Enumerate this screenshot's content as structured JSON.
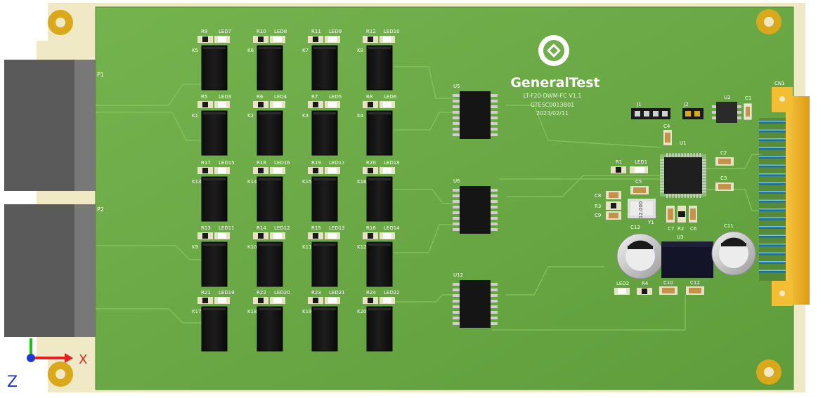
{
  "board": {
    "brand": "GeneralTest",
    "part_line": "LT-F20-DWM-FC V1.1",
    "serial_line": "GTESC0013B01",
    "date_line": "2023/02/11"
  },
  "connectors": {
    "p1": "P1",
    "p2": "P2",
    "cn1": "CN1"
  },
  "relays": [
    {
      "ref": "K5",
      "r": "R9",
      "led": "LED7"
    },
    {
      "ref": "K6",
      "r": "R10",
      "led": "LED8"
    },
    {
      "ref": "K7",
      "r": "R11",
      "led": "LED9"
    },
    {
      "ref": "K8",
      "r": "R12",
      "led": "LED10"
    },
    {
      "ref": "K1",
      "r": "R5",
      "led": "LED3"
    },
    {
      "ref": "K2",
      "r": "R6",
      "led": "LED4"
    },
    {
      "ref": "K3",
      "r": "R7",
      "led": "LED5"
    },
    {
      "ref": "K4",
      "r": "R8",
      "led": "LED6"
    },
    {
      "ref": "K13",
      "r": "R17",
      "led": "LED15"
    },
    {
      "ref": "K14",
      "r": "R18",
      "led": "LED16"
    },
    {
      "ref": "K15",
      "r": "R19",
      "led": "LED17"
    },
    {
      "ref": "K16",
      "r": "R20",
      "led": "LED18"
    },
    {
      "ref": "K9",
      "r": "R13",
      "led": "LED11"
    },
    {
      "ref": "K10",
      "r": "R14",
      "led": "LED12"
    },
    {
      "ref": "K11",
      "r": "R15",
      "led": "LED13"
    },
    {
      "ref": "K12",
      "r": "R16",
      "led": "LED14"
    },
    {
      "ref": "K17",
      "r": "R21",
      "led": "LED19"
    },
    {
      "ref": "K18",
      "r": "R22",
      "led": "LED20"
    },
    {
      "ref": "K19",
      "r": "R23",
      "led": "LED21"
    },
    {
      "ref": "K20",
      "r": "R24",
      "led": "LED22"
    }
  ],
  "ics": {
    "u5": "U5",
    "u6": "U6",
    "u2_driver": "U12",
    "mcu": "U1",
    "reg": "U3",
    "opt": "U2"
  },
  "parts": {
    "j1": "J1",
    "j2": "J2",
    "c1": "C1",
    "c2": "C2",
    "c3": "C3",
    "c4": "C4",
    "c5": "C5",
    "c6": "C6",
    "c7": "C7",
    "c8": "C8",
    "c9": "C9",
    "c10": "C10",
    "c11": "C11",
    "c12": "C12",
    "c13": "C13",
    "r1": "R1",
    "r2": "R2",
    "r3": "R3",
    "r4": "R4",
    "led1": "LED1",
    "led2": "LED2",
    "y1": "Y1",
    "crystal_text": "12.000"
  },
  "axis": {
    "x": "X",
    "z": "Z"
  },
  "colors": {
    "pcb": "#6fae4a",
    "edge": "#f0ebcc",
    "mount": "#d4a017",
    "connector": "#5f5f5f",
    "cn1": "#f0b323"
  }
}
